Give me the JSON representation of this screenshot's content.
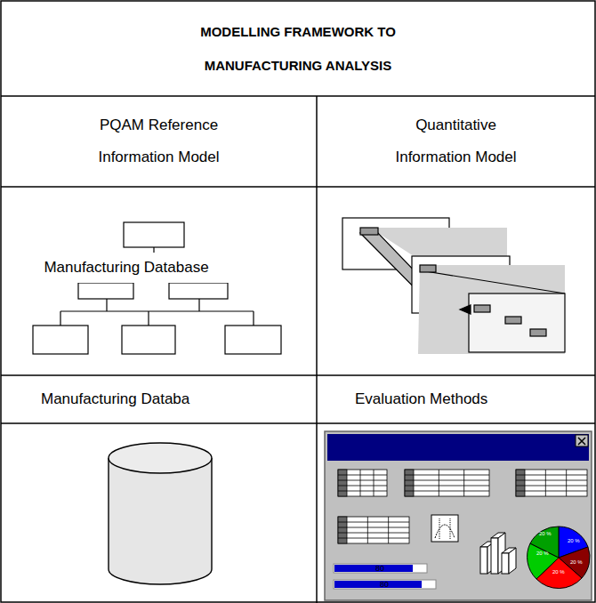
{
  "diagram": {
    "title": "MODELLING FRAMEWORK TO MANUFACTURING ANALYSIS",
    "nodes": [
      {
        "text": [
          "PQAM Reference Information Model"
        ]
      },
      {
        "text": [
          "Quantitative Information Model"
        ]
      },
      {
        "text": [
          "Manufacturing Database"
        ]
      },
      {
        "text": [
          "Manufacturing Databa"
        ]
      },
      {
        "text": [
          "Evaluation Methods"
        ]
      }
    ],
    "labels": [
      "20 %",
      "20 %",
      "20 %",
      "20 %",
      "20 %",
      "80",
      "80"
    ]
  }
}
